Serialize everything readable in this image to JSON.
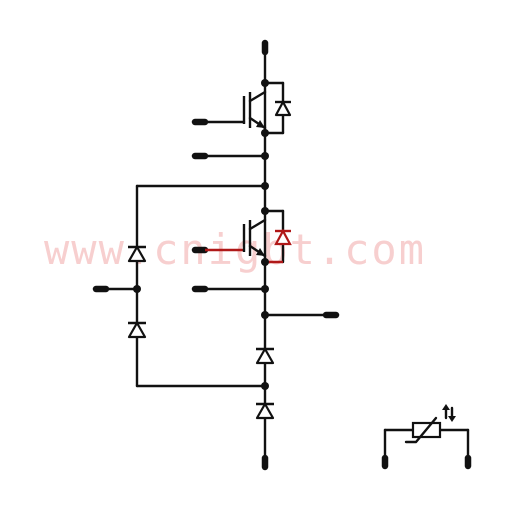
{
  "watermark": {
    "text": "www.cnigbt.com",
    "color": "#f2a8a8"
  },
  "diagram": {
    "type": "circuit-schematic",
    "components": [
      {
        "id": "Q1",
        "kind": "igbt",
        "antiparallel_diode": true,
        "icon": "igbt-icon"
      },
      {
        "id": "Q2",
        "kind": "igbt",
        "antiparallel_diode": true,
        "icon": "igbt-icon"
      },
      {
        "id": "D1",
        "kind": "diode",
        "icon": "diode-icon"
      },
      {
        "id": "D2",
        "kind": "diode",
        "icon": "diode-icon"
      },
      {
        "id": "D3",
        "kind": "diode",
        "icon": "diode-icon"
      },
      {
        "id": "D4",
        "kind": "diode",
        "icon": "diode-icon"
      },
      {
        "id": "NTC",
        "kind": "thermistor",
        "icon": "thermistor-icon"
      }
    ],
    "colors": {
      "wire": "#111111",
      "accent": "#b01818",
      "background": "#ffffff"
    }
  }
}
